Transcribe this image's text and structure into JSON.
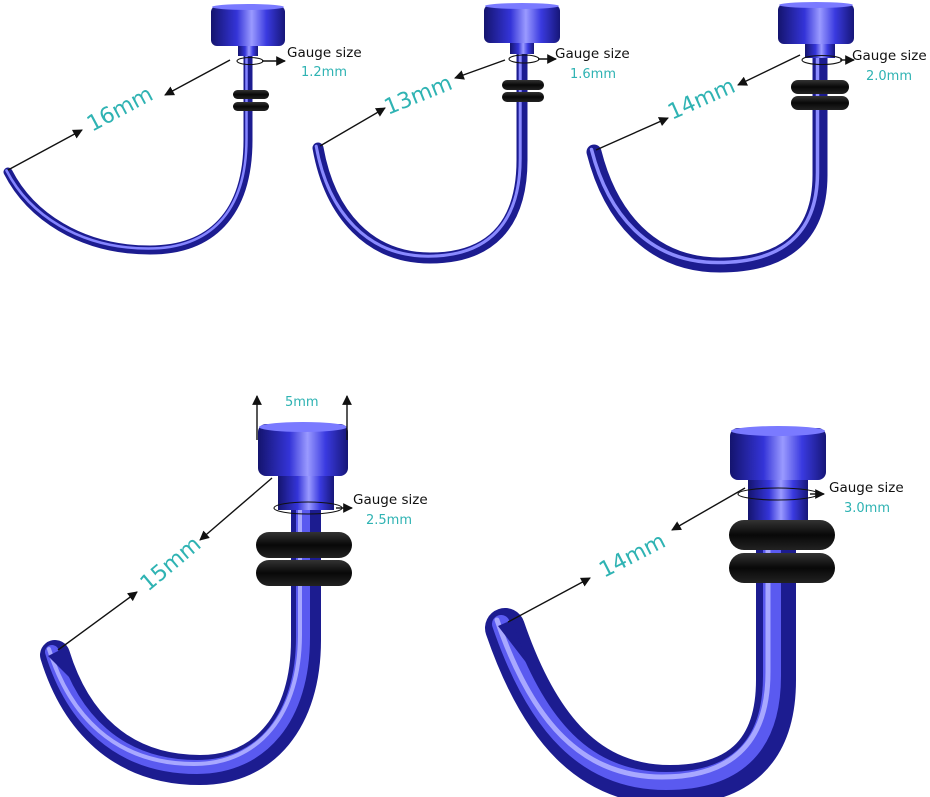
{
  "colors": {
    "metal_dark": "#1a1a8c",
    "metal_mid": "#3a3ae0",
    "metal_light": "#8f8fff",
    "oring": "#111111",
    "accent_text": "#2fb3b3",
    "label_text": "#111111"
  },
  "gauge_title": "Gauge size",
  "hooks": [
    {
      "id": "hook-1",
      "length_label": "16mm",
      "gauge_label": "1.2mm",
      "gauge_mm": 1.2,
      "length_mm": 16
    },
    {
      "id": "hook-2",
      "length_label": "13mm",
      "gauge_label": "1.6mm",
      "gauge_mm": 1.6,
      "length_mm": 13
    },
    {
      "id": "hook-3",
      "length_label": "14mm",
      "gauge_label": "2.0mm",
      "gauge_mm": 2.0,
      "length_mm": 14
    },
    {
      "id": "hook-4",
      "length_label": "15mm",
      "gauge_label": "2.5mm",
      "gauge_mm": 2.5,
      "length_mm": 15,
      "head_width_label": "5mm"
    },
    {
      "id": "hook-5",
      "length_label": "14mm",
      "gauge_label": "3.0mm",
      "gauge_mm": 3.0,
      "length_mm": 14
    }
  ]
}
